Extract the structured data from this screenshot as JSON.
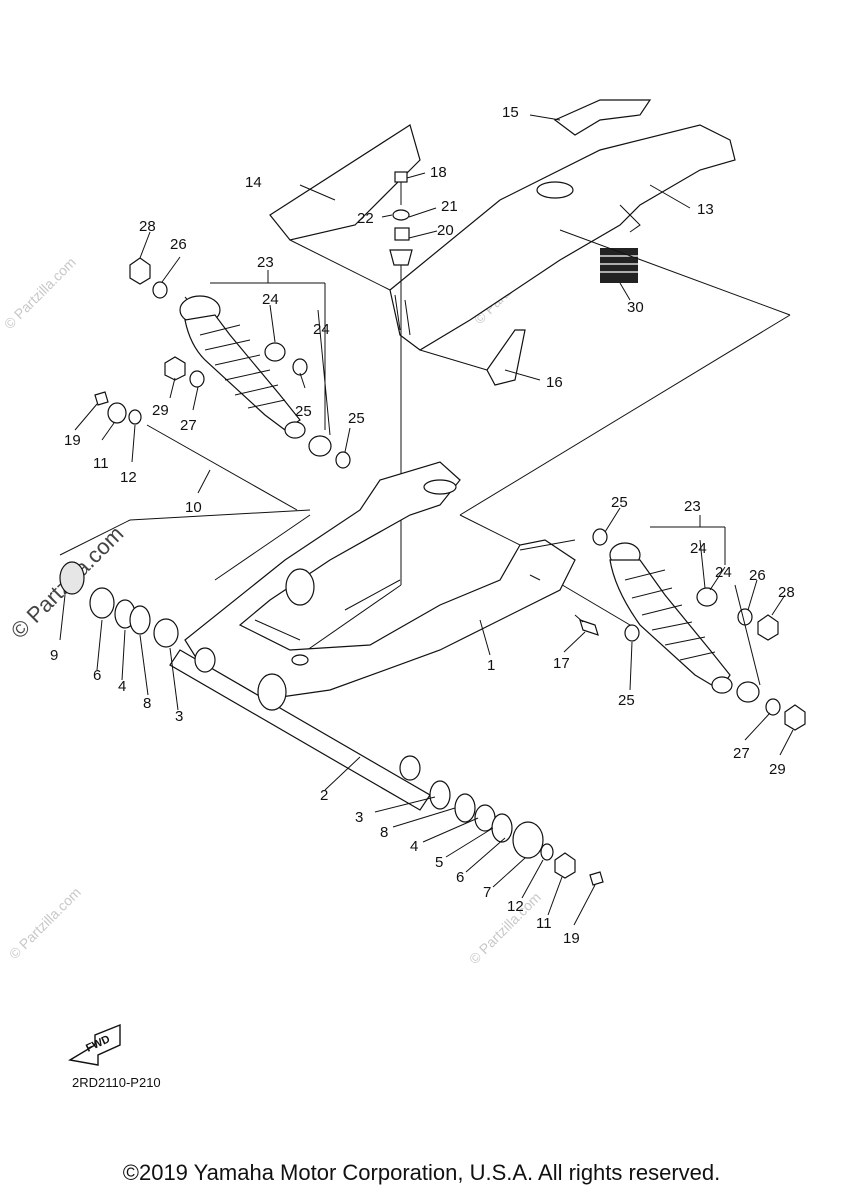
{
  "callouts": [
    "1",
    "2",
    "3",
    "3",
    "4",
    "4",
    "5",
    "6",
    "6",
    "7",
    "8",
    "8",
    "9",
    "10",
    "11",
    "11",
    "12",
    "12",
    "13",
    "14",
    "15",
    "16",
    "17",
    "18",
    "19",
    "19",
    "20",
    "21",
    "22",
    "23",
    "23",
    "24",
    "24",
    "24",
    "24",
    "25",
    "25",
    "25",
    "25",
    "26",
    "26",
    "27",
    "27",
    "28",
    "28",
    "29",
    "29",
    "30"
  ],
  "watermarks": {
    "brand": "© Partzilla.com",
    "brand_large": "© Partzilla.com"
  },
  "fwd_label": "FWD",
  "diagram_code": "2RD2110-P210",
  "copyright": "©2019 Yamaha Motor Corporation, U.S.A. All rights reserved."
}
